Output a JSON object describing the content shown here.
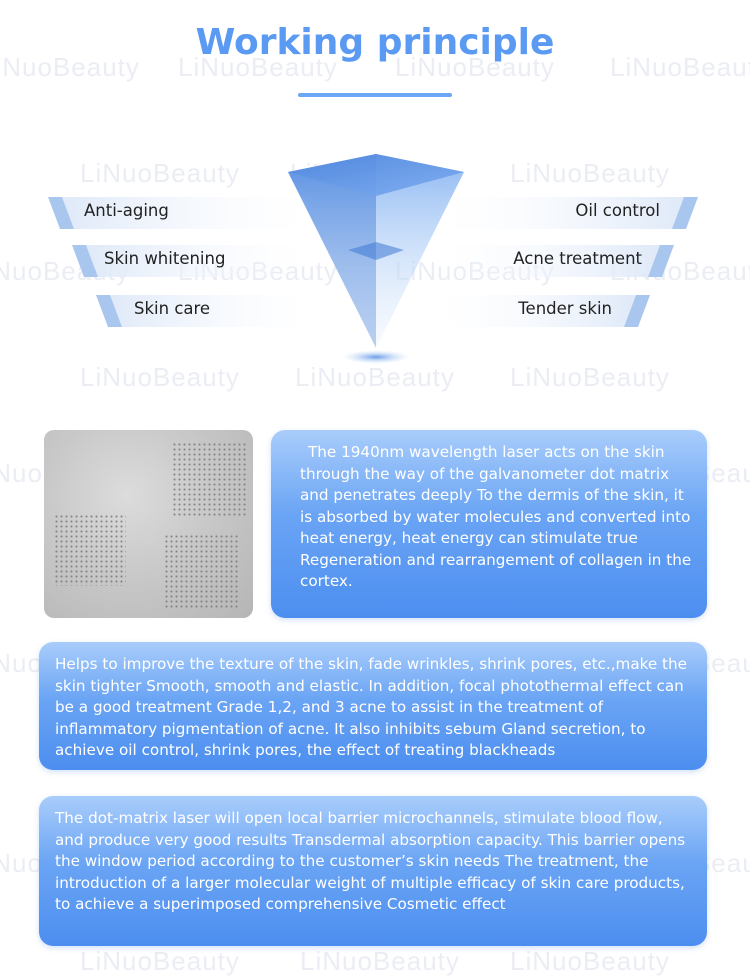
{
  "watermark": {
    "text": "LiNuoBeauty"
  },
  "header": {
    "title": "Working principle"
  },
  "benefits": {
    "left": [
      "Anti-aging",
      "Skin whitening",
      "Skin care"
    ],
    "right": [
      "Oil control",
      "Acne treatment",
      "Tender skin"
    ]
  },
  "cards": {
    "laser": "The 1940nm wavelength laser acts on the skin through the way of the galvanometer dot matrix and penetrates deeply To the dermis of the skin, it is absorbed by water molecules and converted into heat energy, heat energy can stimulate true Regeneration and rearrangement of collagen in the cortex.",
    "texture": "Helps to improve the texture of the skin, fade wrinkles, shrink pores, etc.,make the skin tighter Smooth, smooth and elastic. In addition, focal photothermal effect can be a good treatment Grade 1,2, and 3 acne to assist in the treatment of inflammatory pigmentation of acne. It also inhibits sebum Gland secretion, to achieve oil control, shrink pores, the effect of treating blackheads",
    "barrier": "The dot-matrix laser will open local barrier microchannels, stimulate blood flow, and produce very good results Transdermal absorption capacity. This barrier opens the window period according to the customer’s skin needs The treatment, the introduction of a larger molecular weight of multiple efficacy of skin care products, to achieve a superimposed comprehensive Cosmetic effect"
  },
  "colors": {
    "accent": "#5b9af2",
    "card_top": "#a9cdfb",
    "card_bottom": "#4c8ef0"
  }
}
